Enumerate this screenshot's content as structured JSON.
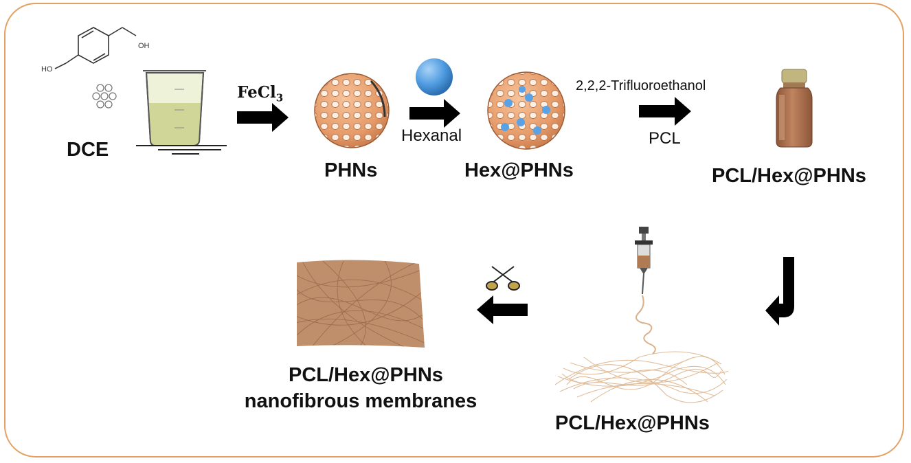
{
  "labels": {
    "dce": "DCE",
    "phns": "PHNs",
    "hex_phns": "Hex@PHNs",
    "pcl_hex_phns_solution": "PCL/Hex@PHNs",
    "pcl_hex_phns_fibers": "PCL/Hex@PHNs",
    "membrane_line1": "PCL/Hex@PHNs",
    "membrane_line2": "nanofibrous membranes"
  },
  "reagents": {
    "fecl3_main": "FeCl",
    "fecl3_sub": "3",
    "hexanal": "Hexanal",
    "tfe": "2,2,2-Trifluoroethanol",
    "pcl": "PCL"
  },
  "molecule": {
    "oh_top": "OH",
    "oh_left": "HO"
  },
  "colors": {
    "frame": "#e3a062",
    "sphere_cage": "#e8a272",
    "hexanal_ball": "#4fa0e6",
    "solution": "#cdd49a",
    "vial_liquid": "#b77a58",
    "membrane": "#c0906c",
    "arrow": "#000000"
  }
}
